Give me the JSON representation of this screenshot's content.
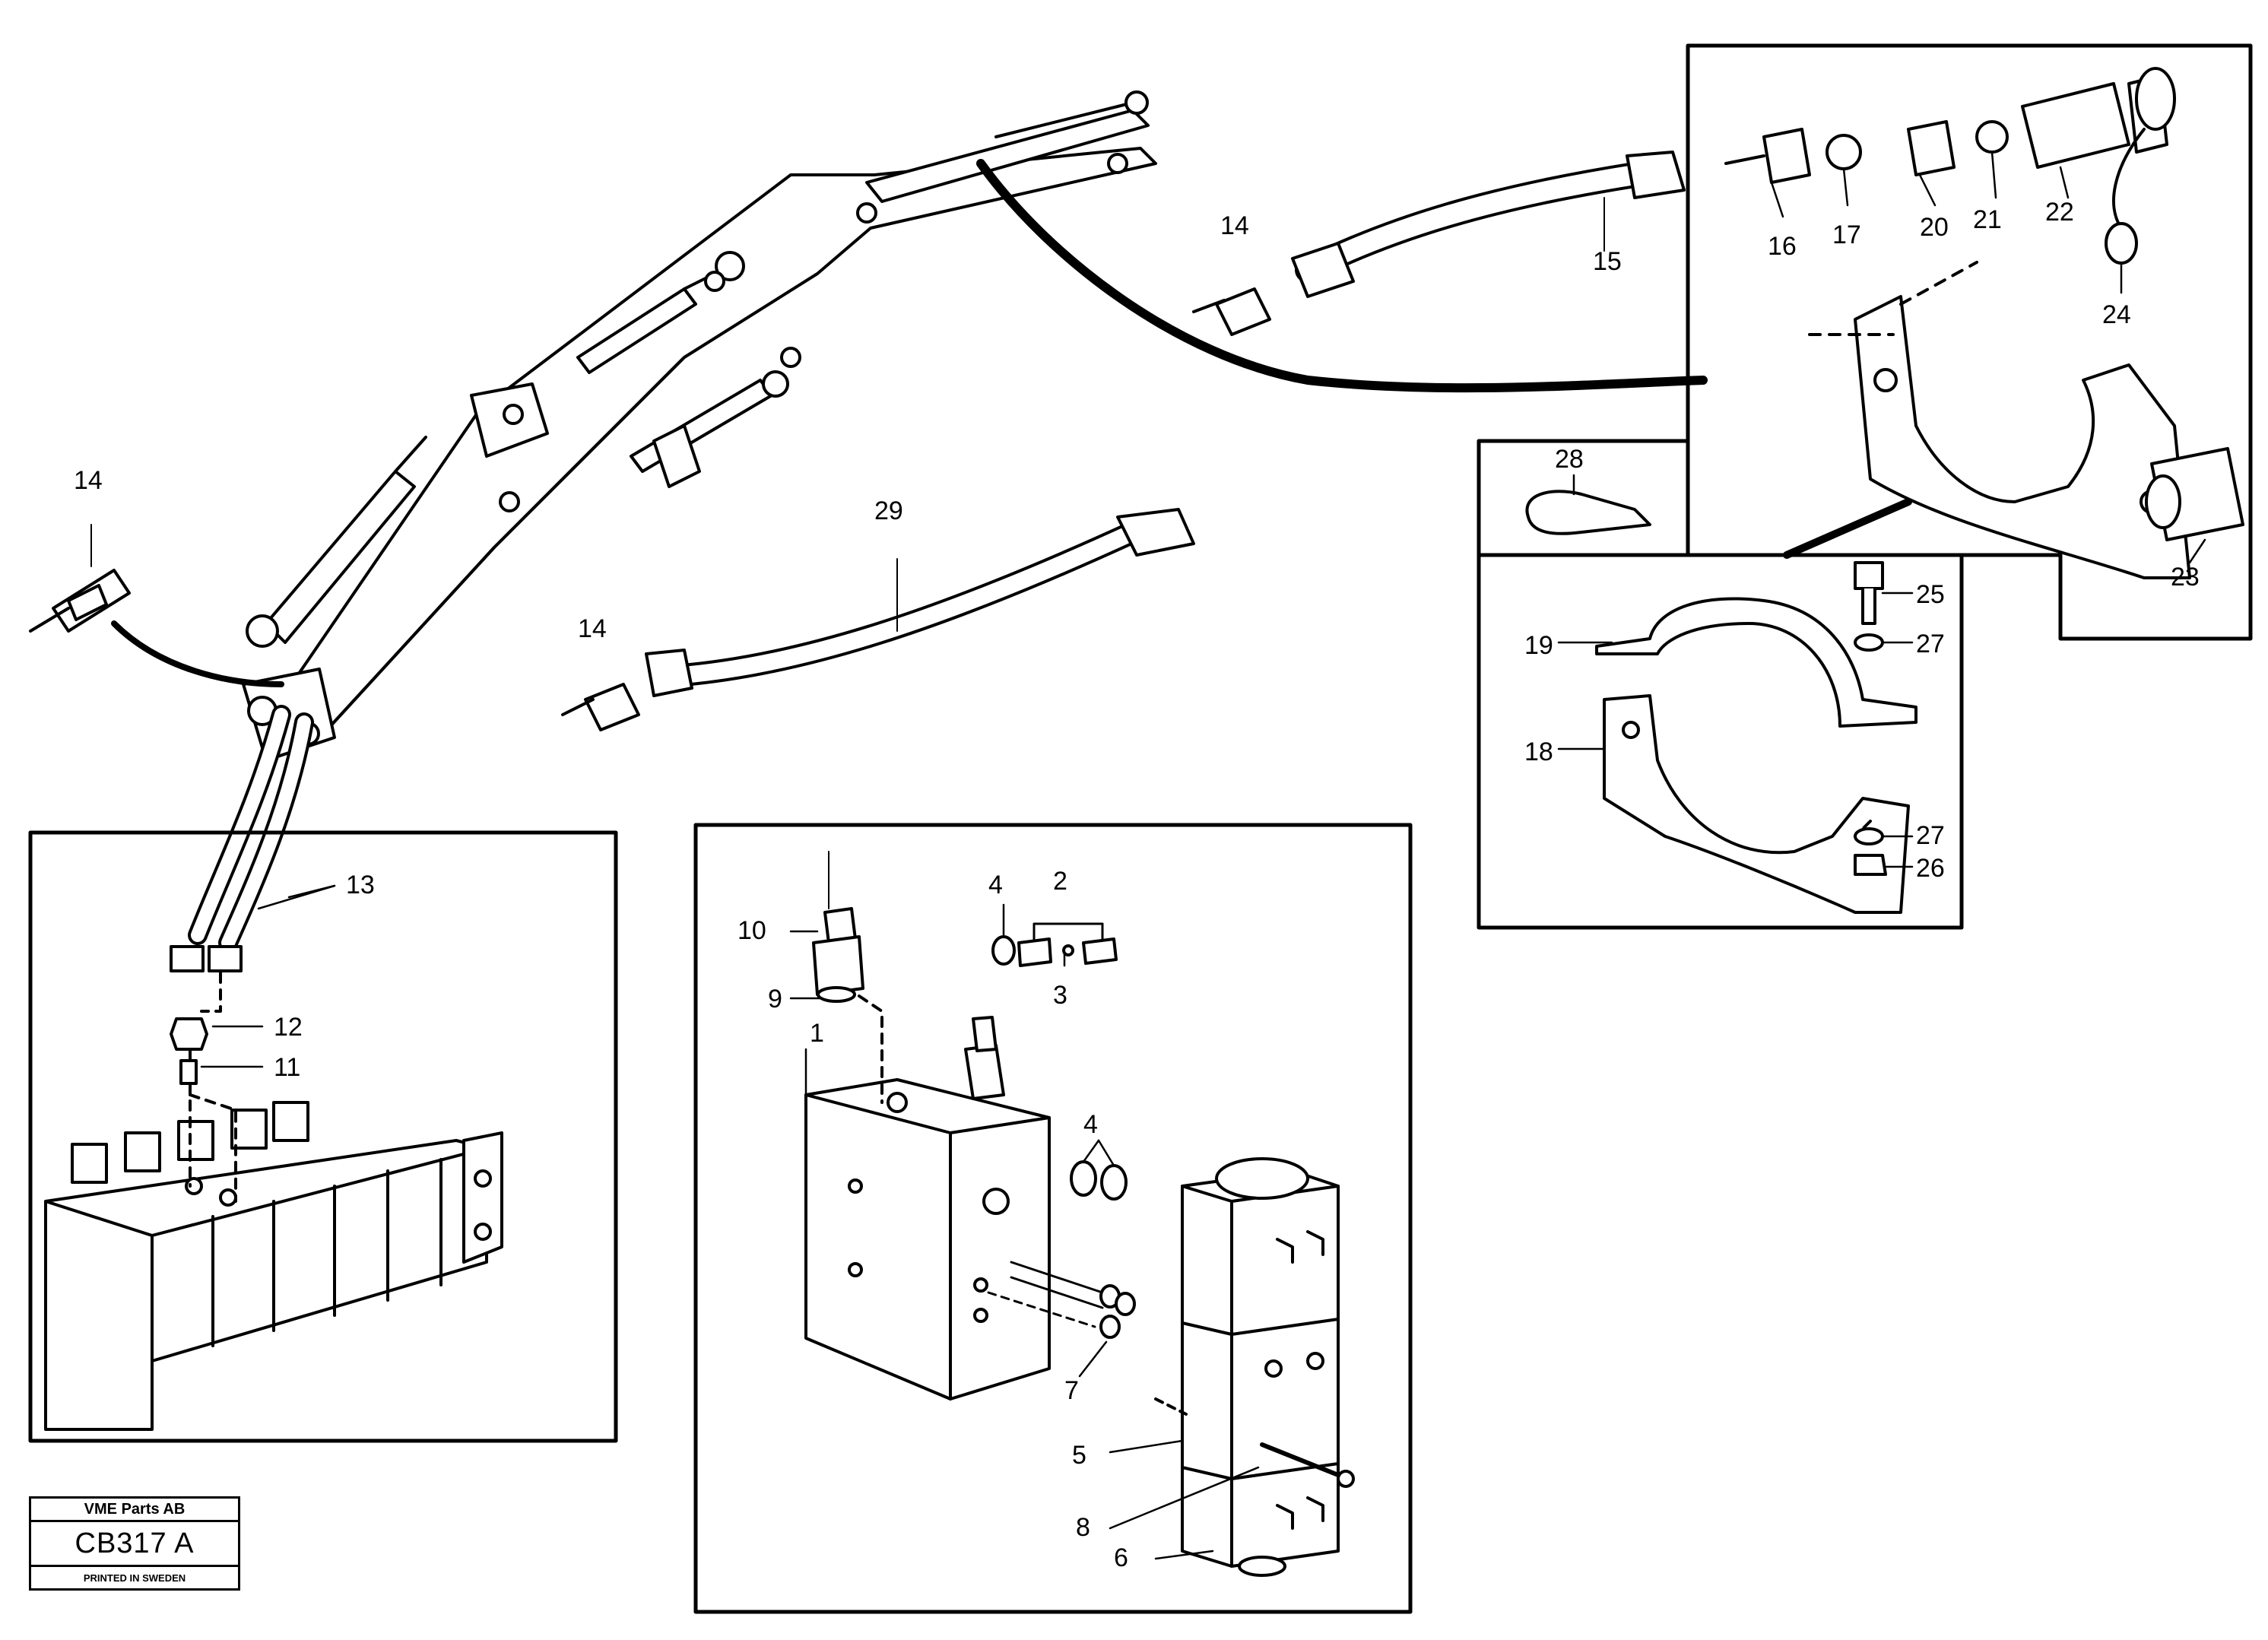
{
  "callouts": {
    "c1": "1",
    "c2": "2",
    "c3": "3",
    "c4a": "4",
    "c4b": "4",
    "c5": "5",
    "c6": "6",
    "c7": "7",
    "c8": "8",
    "c9": "9",
    "c10": "10",
    "c11": "11",
    "c12": "12",
    "c13": "13",
    "c14a": "14",
    "c14b": "14",
    "c14c": "14",
    "c15": "15",
    "c16": "16",
    "c17": "17",
    "c18": "18",
    "c19": "19",
    "c20": "20",
    "c21": "21",
    "c22": "22",
    "c23": "23",
    "c24": "24",
    "c25": "25",
    "c26": "26",
    "c27a": "27",
    "c27b": "27",
    "c28": "28",
    "c29": "29"
  },
  "stamp": {
    "company": "VME Parts AB",
    "code": "CB317 A",
    "printed": "PRINTED IN SWEDEN"
  }
}
